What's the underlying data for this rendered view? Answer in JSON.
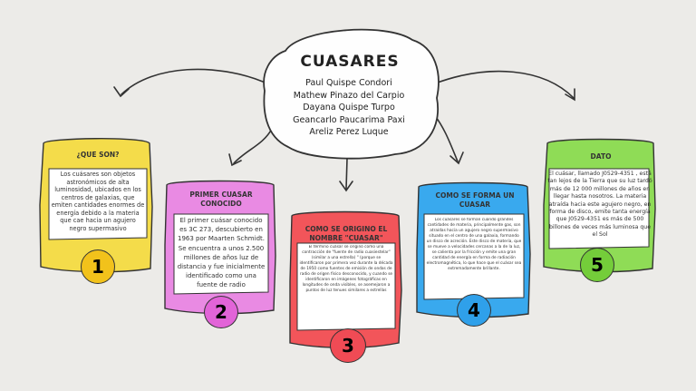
{
  "central": {
    "title": "CUASARES",
    "authors": [
      "Paul Quispe Condori",
      "Mathew Pinazo del Carpio",
      "Dayana Quispe Turpo",
      "Geancarlo Paucarima Paxi",
      "Areliz Perez Luque"
    ]
  },
  "cards": [
    {
      "number": "1",
      "title": "¿QUE SON?",
      "body": "Los cuásares son objetos astronómicos de alta luminosidad, ubicados en los centros de galaxias, que emiten cantidades enormes de energía debido a la materia que cae hacia un agujero negro supermasivo",
      "color": "#f4dc4a",
      "number_color": "#f2c21b"
    },
    {
      "number": "2",
      "title": "PRIMER CUASAR CONOCIDO",
      "body": "El primer cuásar conocido es 3C 273, descubierto en 1963 por Maarten Schmidt. Se encuentra a unos 2.500 millones de años luz de distancia y fue inicialmente identificado como una fuente de radio",
      "color": "#e98ae3",
      "number_color": "#e264d8"
    },
    {
      "number": "3",
      "title": "COMO SE ORIGINO EL NOMBRE \"CUASAR\"",
      "body": "El término cuásar se originó como una contracción de \"fuente de radio cuasiestelar\" (similar a una estrella) \" (porque se identificaron por primera vez durante la década de 1950 como fuentes de emisión de ondas de radio de origen físico desconocido, y cuando se identificaron en imágenes fotográficas en longitudes de onda visibles, se asemejaron a puntos de luz tenues similares a estrellas",
      "color": "#f2555a",
      "number_color": "#f04b55"
    },
    {
      "number": "4",
      "title": "COMO SE FORMA UN CUASAR",
      "body": "Los cuásares se forman cuando grandes cantidades de materia, principalmente gas, son atraídas hacia un agujero negro supermasivo situado en el centro de una galaxia, formando un disco de acreción. Este disco de materia, que se mueve a velocidades cercanas a la de la luz, se calienta por la fricción y emite una gran cantidad de energía en forma de radiación electromagnética, lo que hace que el cuásar sea extremadamente brillante.",
      "color": "#39a9ee",
      "number_color": "#2fa0ea"
    },
    {
      "number": "5",
      "title": "DATO",
      "body": "El cuásar, llamado J0529-4351 , está tan lejos de la Tierra que su luz tardó más de 12 000 millones de años en llegar hasta nosotros. La materia atraída hacia este agujero negro, en forma de disco, emite tanta energía que J0529-4351 es más de 500 billones de veces más luminosa que el Sol",
      "color": "#8fdc56",
      "number_color": "#74cd3a"
    }
  ]
}
